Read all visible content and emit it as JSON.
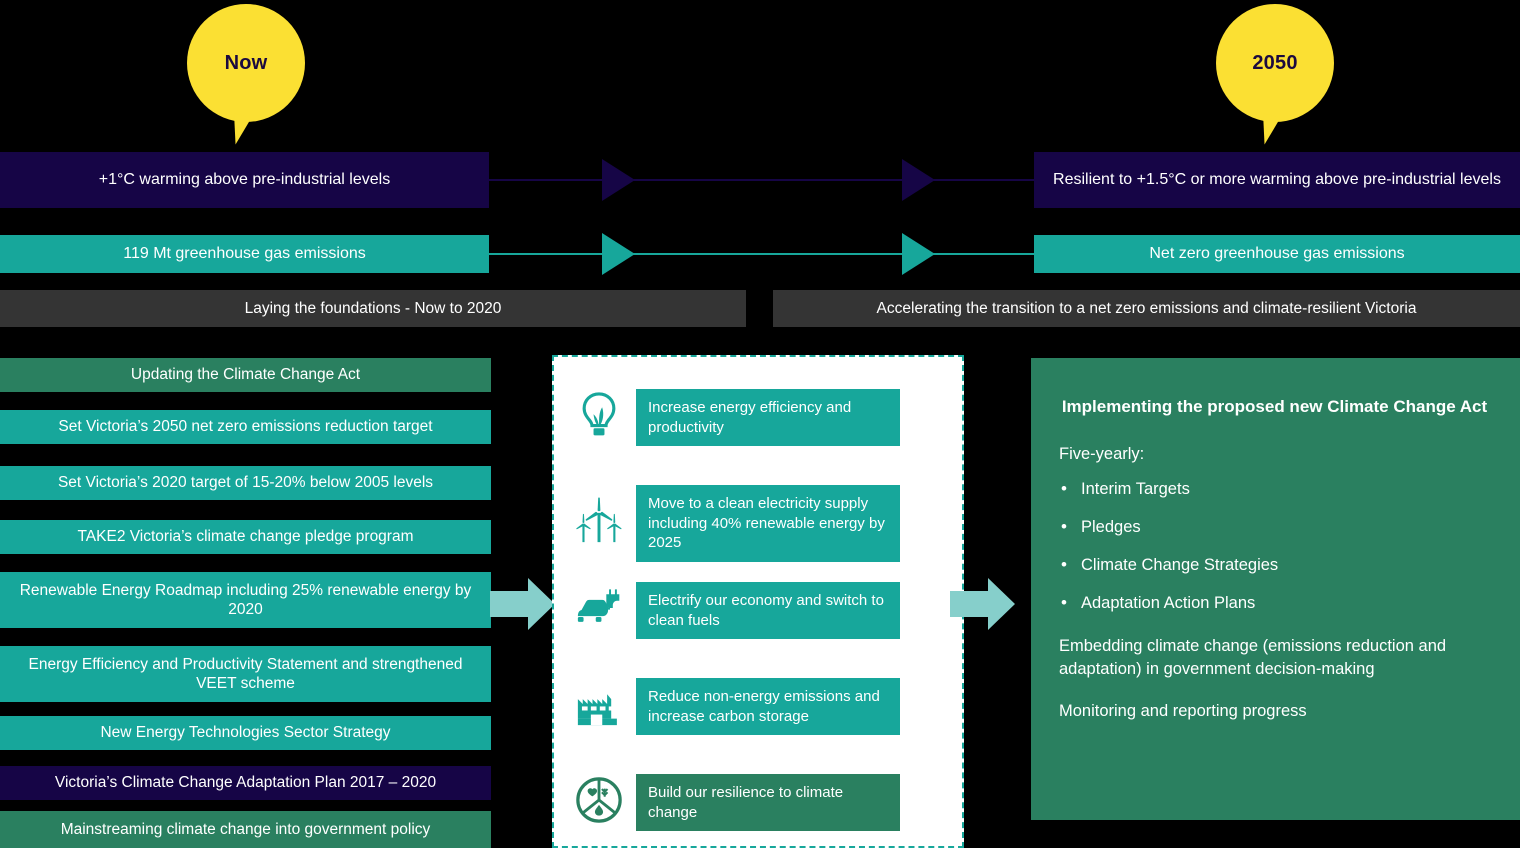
{
  "colors": {
    "navy": "#160546",
    "teal": "#17a79b",
    "green": "#2a8060",
    "dark_grey": "#343434",
    "yellow": "#fbe033",
    "light_teal": "#86cfcb",
    "white": "#ffffff"
  },
  "timeline": {
    "start_bubble": "Now",
    "end_bubble": "2050",
    "warming_now": "+1°C warming above pre-industrial levels",
    "warming_2050": "Resilient to +1.5°C or more warming above pre-industrial levels",
    "emissions_now": "119 Mt greenhouse gas emissions",
    "emissions_2050": "Net zero greenhouse gas emissions",
    "phase_1": "Laying the foundations - Now to 2020",
    "phase_2": "Accelerating the transition to a net zero emissions and climate-resilient Victoria"
  },
  "left_column": {
    "items": [
      {
        "label": "Updating the Climate Change Act",
        "color": "green"
      },
      {
        "label": "Set Victoria’s 2050 net zero emissions reduction target",
        "color": "teal"
      },
      {
        "label": "Set Victoria’s 2020 target of 15-20% below 2005 levels",
        "color": "teal"
      },
      {
        "label": "TAKE2 Victoria’s climate change pledge program",
        "color": "teal"
      },
      {
        "label": "Renewable Energy Roadmap including 25% renewable energy by 2020",
        "color": "teal"
      },
      {
        "label": "Energy Efficiency and Productivity Statement and strengthened VEET scheme",
        "color": "teal"
      },
      {
        "label": "New Energy Technologies Sector Strategy",
        "color": "teal"
      },
      {
        "label": "Victoria’s Climate Change Adaptation Plan 2017 – 2020",
        "color": "navy"
      },
      {
        "label": "Mainstreaming climate change into government policy",
        "color": "green"
      }
    ]
  },
  "centre_panel": {
    "items": [
      {
        "icon": "lightbulb-leaf-icon",
        "label": "Increase energy efficiency and productivity",
        "color": "teal"
      },
      {
        "icon": "wind-turbine-icon",
        "label": "Move to a clean electricity supply including 40% renewable energy by 2025",
        "color": "teal"
      },
      {
        "icon": "electric-car-plug-icon",
        "label": "Electrify our economy and switch to clean fuels",
        "color": "teal"
      },
      {
        "icon": "factory-icon",
        "label": "Reduce non-energy emissions and increase carbon storage",
        "color": "teal"
      },
      {
        "icon": "resilience-circle-icon",
        "label": "Build our resilience to climate change",
        "color": "green"
      }
    ]
  },
  "right_panel": {
    "title": "Implementing the proposed new Climate Change Act",
    "lead": "Five-yearly:",
    "bullets": [
      "Interim Targets",
      "Pledges",
      "Climate Change Strategies",
      "Adaptation Action Plans"
    ],
    "paragraph_1": "Embedding climate change (emissions reduction and adaptation) in government decision-making",
    "paragraph_2": "Monitoring and reporting progress"
  }
}
